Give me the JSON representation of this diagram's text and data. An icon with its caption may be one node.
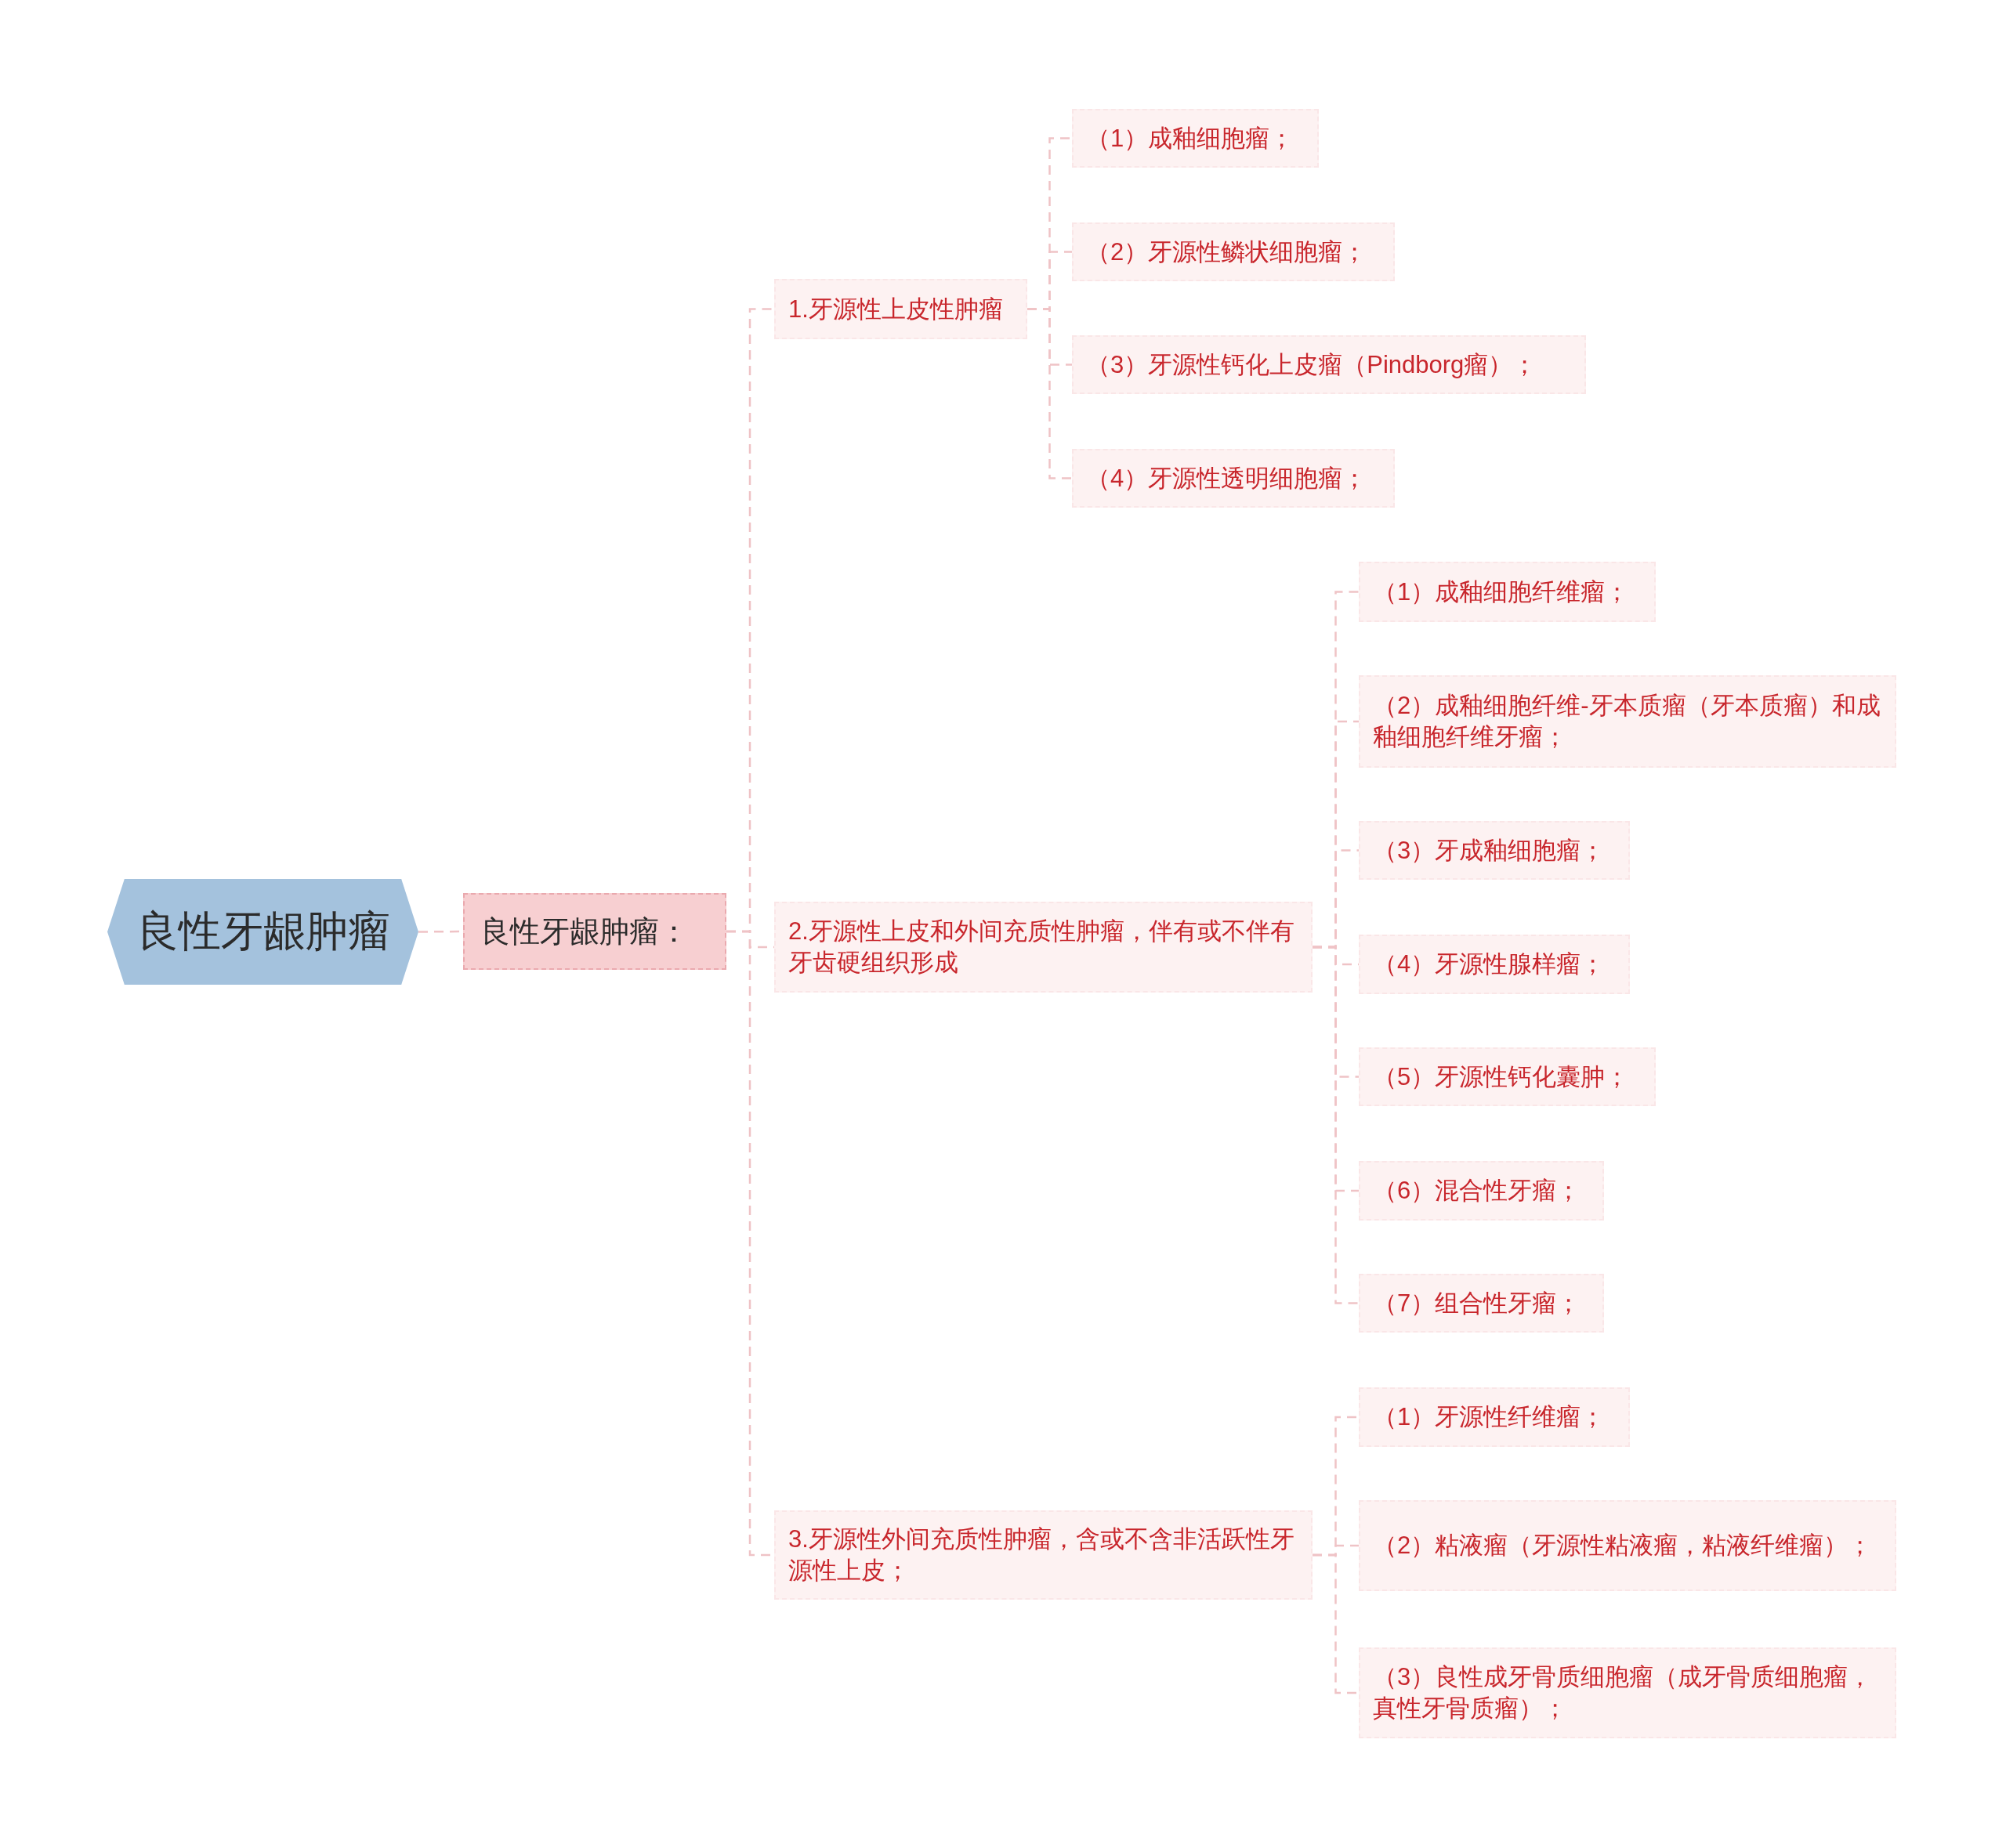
{
  "diagram": {
    "nodes": [
      {
        "text": [
          "良性牙龈肿瘤"
        ]
      },
      {
        "text": [
          "良性牙龈肿瘤："
        ]
      },
      {
        "text": [
          "1.牙源性上皮性肿瘤"
        ]
      },
      {
        "text": [
          "（1）成釉细胞瘤；"
        ]
      },
      {
        "text": [
          "（2）牙源性鳞状细胞瘤；"
        ]
      },
      {
        "text": [
          "（3）牙源性钙化上皮瘤（Pindborg瘤）；"
        ]
      },
      {
        "text": [
          "（4）牙源性透明细胞瘤；"
        ]
      },
      {
        "text": [
          "2.牙源性上皮和外间充质性肿瘤，伴有或不伴有牙齿硬组织形成"
        ]
      },
      {
        "text": [
          "（1）成釉细胞纤维瘤；"
        ]
      },
      {
        "text": [
          "（2）成釉细胞纤维-牙本质瘤（牙本质瘤）和成釉细胞纤维牙瘤；"
        ]
      },
      {
        "text": [
          "（3）牙成釉细胞瘤；"
        ]
      },
      {
        "text": [
          "（4）牙源性腺样瘤；"
        ]
      },
      {
        "text": [
          "（5）牙源性钙化囊肿；"
        ]
      },
      {
        "text": [
          "（6）混合性牙瘤；"
        ]
      },
      {
        "text": [
          "（7）组合性牙瘤；"
        ]
      },
      {
        "text": [
          "3.牙源性外间充质性肿瘤，含或不含非活跃性牙源性上皮；"
        ]
      },
      {
        "text": [
          "（1）牙源性纤维瘤；"
        ]
      },
      {
        "text": [
          "（2）粘液瘤（牙源性粘液瘤，粘液纤维瘤）；"
        ]
      },
      {
        "text": [
          "（3）良性成牙骨质细胞瘤（成牙骨质细胞瘤，真性牙骨质瘤）；"
        ]
      }
    ],
    "edges": [
      {
        "from": 0,
        "to": 1,
        "arrow": "none"
      },
      {
        "from": 1,
        "to": 2,
        "arrow": "none"
      },
      {
        "from": 1,
        "to": 7,
        "arrow": "none"
      },
      {
        "from": 1,
        "to": 15,
        "arrow": "none"
      },
      {
        "from": 2,
        "to": 3,
        "arrow": "none"
      },
      {
        "from": 2,
        "to": 4,
        "arrow": "none"
      },
      {
        "from": 2,
        "to": 5,
        "arrow": "none"
      },
      {
        "from": 2,
        "to": 6,
        "arrow": "none"
      },
      {
        "from": 7,
        "to": 8,
        "arrow": "none"
      },
      {
        "from": 7,
        "to": 9,
        "arrow": "none"
      },
      {
        "from": 7,
        "to": 10,
        "arrow": "none"
      },
      {
        "from": 7,
        "to": 11,
        "arrow": "none"
      },
      {
        "from": 7,
        "to": 12,
        "arrow": "none"
      },
      {
        "from": 7,
        "to": 13,
        "arrow": "none"
      },
      {
        "from": 7,
        "to": 14,
        "arrow": "none"
      },
      {
        "from": 15,
        "to": 16,
        "arrow": "none"
      },
      {
        "from": 15,
        "to": 17,
        "arrow": "none"
      },
      {
        "from": 15,
        "to": 18,
        "arrow": "none"
      }
    ]
  }
}
